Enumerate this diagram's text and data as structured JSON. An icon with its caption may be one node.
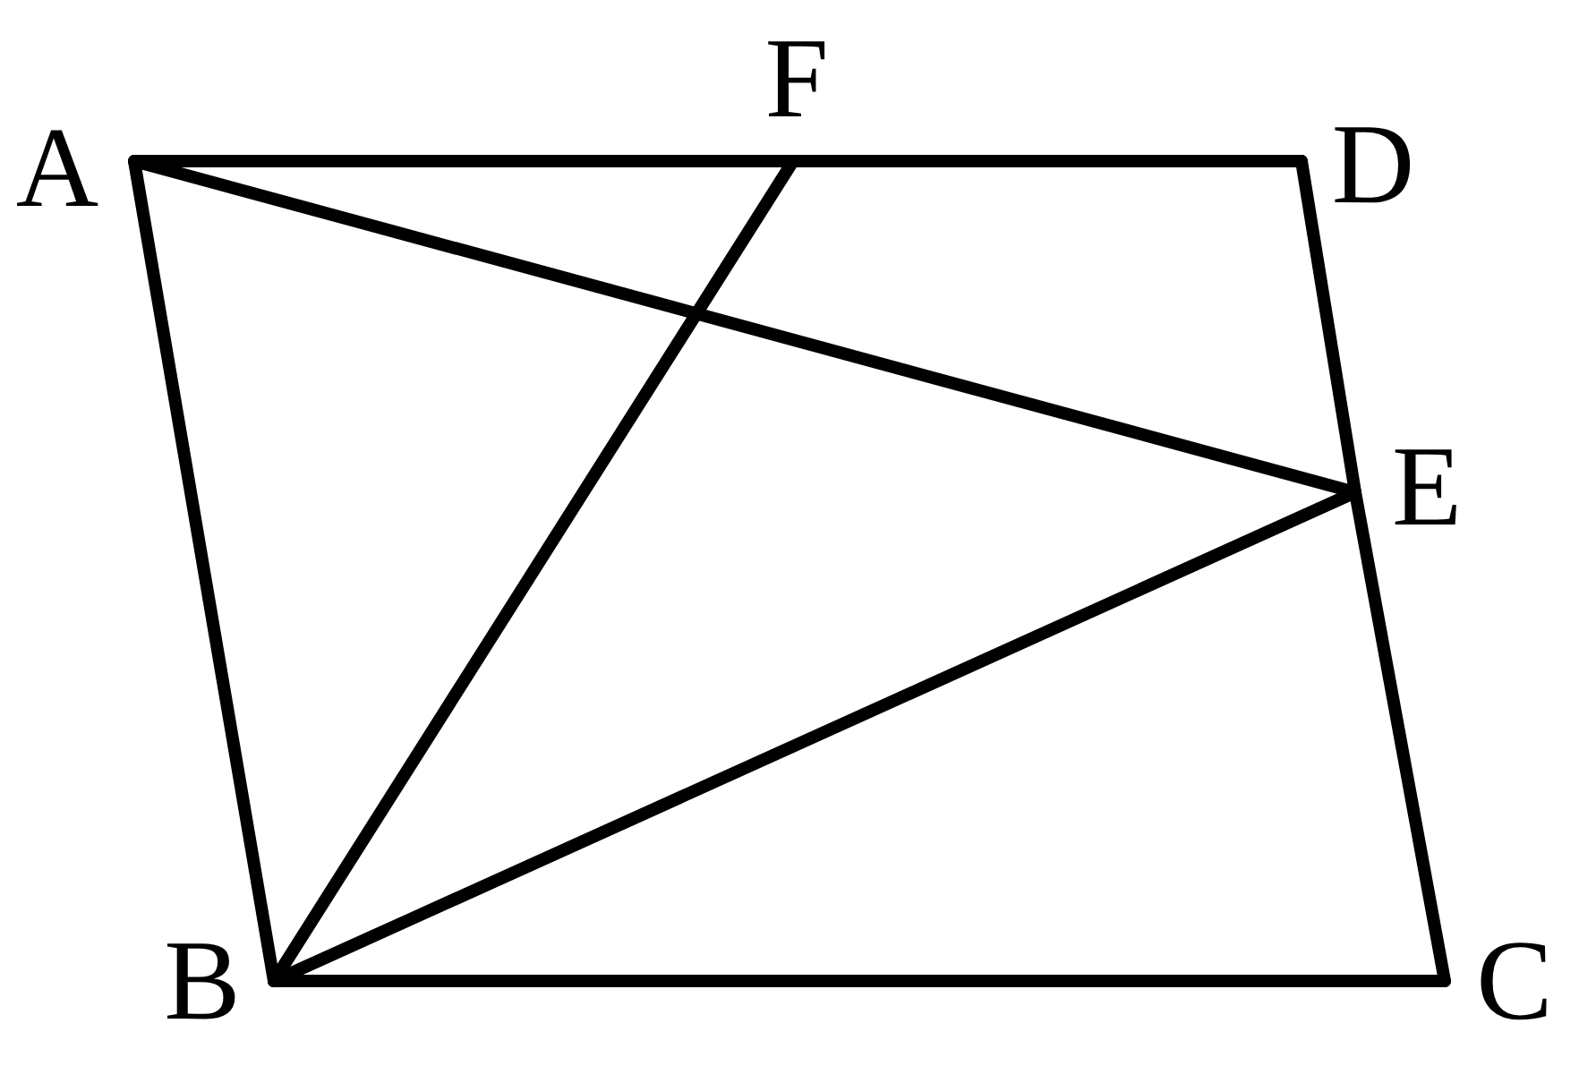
{
  "diagram": {
    "nodes": [
      {
        "text": [
          "A"
        ]
      },
      {
        "text": [
          "F"
        ]
      },
      {
        "text": [
          "D"
        ]
      },
      {
        "text": [
          "E"
        ]
      },
      {
        "text": [
          "B"
        ]
      },
      {
        "text": [
          "C"
        ]
      }
    ],
    "edges": [
      {
        "from": 0,
        "to": 1,
        "arrow": "none"
      },
      {
        "from": 1,
        "to": 2,
        "arrow": "none"
      },
      {
        "from": 2,
        "to": 3,
        "arrow": "none"
      },
      {
        "from": 3,
        "to": 5,
        "arrow": "none"
      },
      {
        "from": 4,
        "to": 5,
        "arrow": "none"
      },
      {
        "from": 0,
        "to": 4,
        "arrow": "none"
      },
      {
        "from": 0,
        "to": 3,
        "arrow": "none"
      },
      {
        "from": 4,
        "to": 1,
        "arrow": "none"
      },
      {
        "from": 4,
        "to": 3,
        "arrow": "none"
      }
    ]
  }
}
